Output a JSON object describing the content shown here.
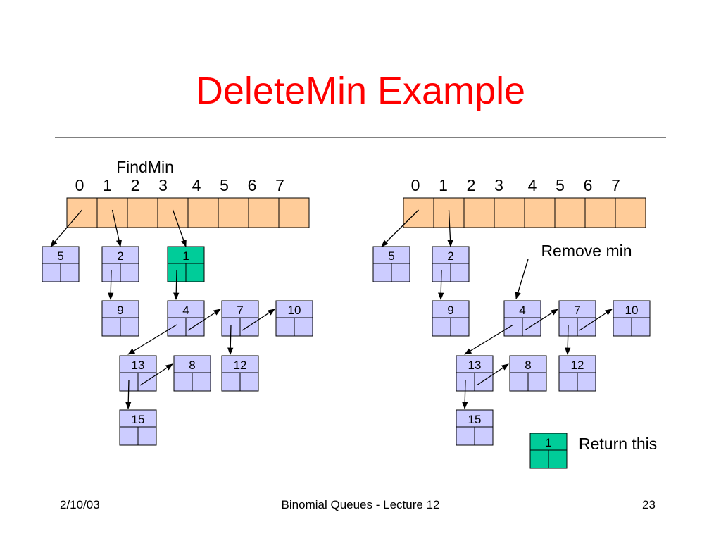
{
  "slide": {
    "title": "DeleteMin Example",
    "footer_date": "2/10/03",
    "footer_center": "Binomial Queues - Lecture 12",
    "footer_page": "23"
  },
  "colors": {
    "title": "#ff0000",
    "array_fill": "#ffcc99",
    "node_fill": "#ccccff",
    "highlight_fill": "#00cc99",
    "stroke": "#000000"
  },
  "left": {
    "label": "FindMin",
    "indices": [
      "0",
      "1",
      "2",
      "3",
      "4",
      "5",
      "6",
      "7"
    ],
    "nodes": [
      {
        "id": "L5",
        "key": "5"
      },
      {
        "id": "L2",
        "key": "2"
      },
      {
        "id": "L1",
        "key": "1",
        "highlight": true
      },
      {
        "id": "L9",
        "key": "9"
      },
      {
        "id": "L4",
        "key": "4"
      },
      {
        "id": "L7",
        "key": "7"
      },
      {
        "id": "L10",
        "key": "10"
      },
      {
        "id": "L13",
        "key": "13"
      },
      {
        "id": "L8",
        "key": "8"
      },
      {
        "id": "L12",
        "key": "12"
      },
      {
        "id": "L15",
        "key": "15"
      }
    ],
    "links": [
      {
        "from": "A0",
        "to": "L5"
      },
      {
        "from": "A1",
        "to": "L2"
      },
      {
        "from": "A3",
        "to": "L1"
      },
      {
        "from": "L2",
        "to": "L9",
        "kind": "child"
      },
      {
        "from": "L1",
        "to": "L4",
        "kind": "child"
      },
      {
        "from": "L4",
        "to": "L7",
        "kind": "sibling"
      },
      {
        "from": "L7",
        "to": "L10",
        "kind": "sibling"
      },
      {
        "from": "L4",
        "to": "L13",
        "kind": "child"
      },
      {
        "from": "L13",
        "to": "L8",
        "kind": "sibling"
      },
      {
        "from": "L7",
        "to": "L12",
        "kind": "child"
      },
      {
        "from": "L13",
        "to": "L15",
        "kind": "child"
      }
    ]
  },
  "right": {
    "annotation_remove": "Remove min",
    "annotation_return": "Return this",
    "indices": [
      "0",
      "1",
      "2",
      "3",
      "4",
      "5",
      "6",
      "7"
    ],
    "nodes": [
      {
        "id": "R5",
        "key": "5"
      },
      {
        "id": "R2",
        "key": "2"
      },
      {
        "id": "R9",
        "key": "9"
      },
      {
        "id": "R4",
        "key": "4"
      },
      {
        "id": "R7",
        "key": "7"
      },
      {
        "id": "R10",
        "key": "10"
      },
      {
        "id": "R13",
        "key": "13"
      },
      {
        "id": "R8",
        "key": "8"
      },
      {
        "id": "R12",
        "key": "12"
      },
      {
        "id": "R15",
        "key": "15"
      },
      {
        "id": "R1",
        "key": "1",
        "highlight": true
      }
    ],
    "links": [
      {
        "from": "A0",
        "to": "R5"
      },
      {
        "from": "A1",
        "to": "R2"
      },
      {
        "from": "R2",
        "to": "R9",
        "kind": "child"
      },
      {
        "from": "R4",
        "to": "R7",
        "kind": "sibling"
      },
      {
        "from": "R7",
        "to": "R10",
        "kind": "sibling"
      },
      {
        "from": "R4",
        "to": "R13",
        "kind": "child"
      },
      {
        "from": "R13",
        "to": "R8",
        "kind": "sibling"
      },
      {
        "from": "R7",
        "to": "R12",
        "kind": "child"
      },
      {
        "from": "R13",
        "to": "R15",
        "kind": "child"
      }
    ]
  }
}
